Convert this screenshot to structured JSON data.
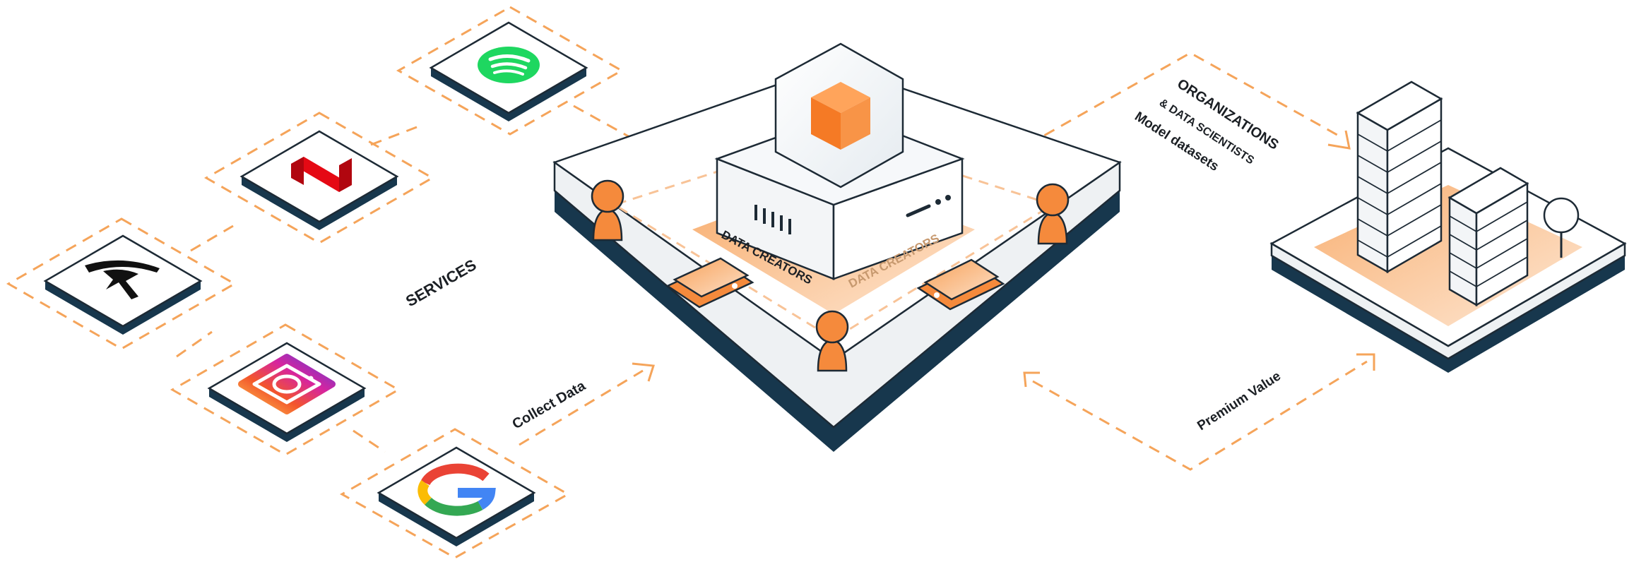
{
  "labels": {
    "services": "SERVICES",
    "collect_data": "Collect Data",
    "data_creators_left": "DATA CREATORS",
    "data_creators_right": "DATA CREATORS",
    "organizations": "ORGANIZATIONS",
    "data_scientists": "& DATA SCIENTISTS",
    "model_datasets": "Model datasets",
    "premium_value": "Premium Value"
  },
  "services": [
    {
      "name": "Spotify",
      "icon": "spotify-icon"
    },
    {
      "name": "Netflix",
      "icon": "netflix-icon"
    },
    {
      "name": "Tesla",
      "icon": "tesla-icon"
    },
    {
      "name": "Instagram",
      "icon": "instagram-icon"
    },
    {
      "name": "Google",
      "icon": "google-icon"
    }
  ],
  "colors": {
    "accent": "#f58a3c",
    "dash": "#f5a45a",
    "dark": "#17374d",
    "spotify": "#1ed760",
    "netflix": "#e50914"
  }
}
